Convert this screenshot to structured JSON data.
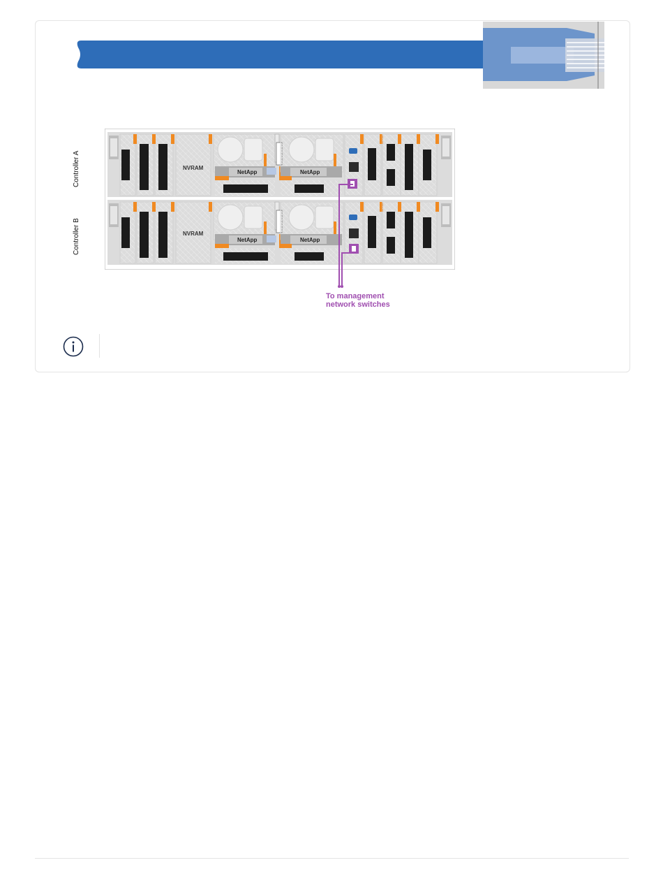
{
  "figure": {
    "controller_a_label": "Controller A",
    "controller_b_label": "Controller B",
    "nvram_label": "NVRAM",
    "netapp_label": "NetApp",
    "management_label_line1": "To management",
    "management_label_line2": "network switches"
  },
  "colors": {
    "cable_blue": "#2e6db8",
    "management_purple": "#a04fb0",
    "latch_orange": "#f08a22",
    "chassis_gray": "#d9d9d9"
  },
  "icons": {
    "info": "info-circle-icon",
    "rj45": "rj45-plug-icon"
  }
}
